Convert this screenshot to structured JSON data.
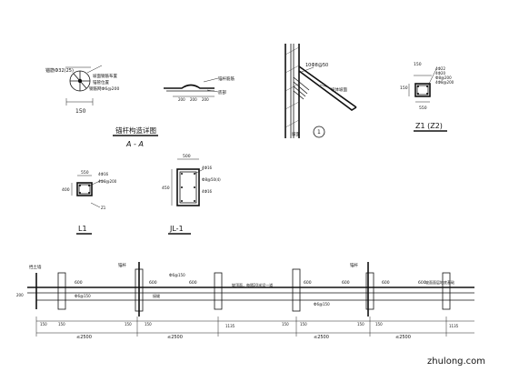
{
  "details": {
    "anchor_a": {
      "bar": "锚筋Ф32(25)",
      "labels": [
        "坡面钢筋布置",
        "锚管位置",
        "钢筋网Ф6@200"
      ],
      "width": "150"
    },
    "anchor_b": {
      "labels": [
        "锚杆筋筋",
        "底部"
      ],
      "dims": [
        "200",
        "200",
        "200"
      ]
    },
    "anchor_title": "锚杆构造详图",
    "section_aa": "A - A",
    "wall_detail": {
      "label_top": "10Ф8@50",
      "label_right": "坡体坡面",
      "label_bottom": "坡面",
      "circle": "1"
    },
    "z1": {
      "dims": [
        "150",
        "150",
        "550"
      ],
      "rebars": [
        "4Ф22",
        "4Ф20",
        "Ф8@200",
        "4Ф8@200"
      ],
      "title": "Z1 (Z2)"
    },
    "l1": {
      "dims": [
        "550",
        "400"
      ],
      "rebars": [
        "4Ф16",
        "4Ф8@200"
      ],
      "label": "Z1",
      "title": "L1"
    },
    "jl1": {
      "dims": [
        "500",
        "450"
      ],
      "rebars": [
        "4Ф16",
        "Ф8@50(4)",
        "4Ф16"
      ],
      "title": "JL-1"
    },
    "elevation": {
      "left_label": "挡土墙",
      "anchor_labels": [
        "锚杆",
        "锚杆"
      ],
      "mid_label": "坡顶面，每隔20米设一道",
      "right_label": "坡面面层地底基础",
      "small_dims": [
        "150",
        "150",
        "150",
        "150",
        "150",
        "150",
        "150",
        "150"
      ],
      "spans": [
        "≤2500",
        "≤2500",
        "≤2500",
        "≤2500"
      ],
      "end_dims": [
        "1135",
        "1135"
      ],
      "rebar_note": "Ф6@150",
      "spacing": [
        "600",
        "600",
        "600",
        "600",
        "600",
        "600",
        "600"
      ],
      "joint": "接缝",
      "height": "200"
    },
    "watermark": "zhulong.com"
  }
}
